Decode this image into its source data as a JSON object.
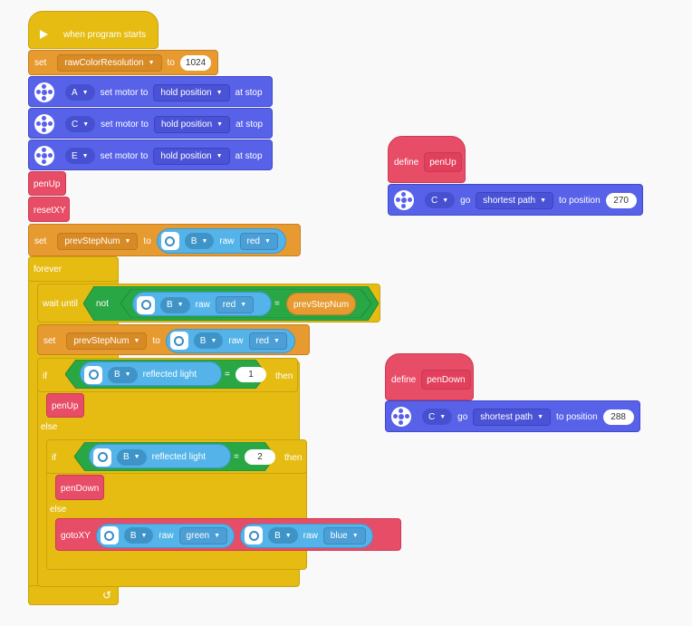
{
  "main_script": {
    "hat_label": "when program starts",
    "set1": {
      "label": "set",
      "variable": "rawColorResolution",
      "to": "to",
      "value": "1024"
    },
    "motors": [
      {
        "port": "A",
        "label": "set motor to",
        "mode": "hold position",
        "suffix": "at stop"
      },
      {
        "port": "C",
        "label": "set motor to",
        "mode": "hold position",
        "suffix": "at stop"
      },
      {
        "port": "E",
        "label": "set motor to",
        "mode": "hold position",
        "suffix": "at stop"
      }
    ],
    "pen_up_call": "penUp",
    "reset_call": "resetXY",
    "set2": {
      "label": "set",
      "variable": "prevStepNum",
      "to": "to",
      "port": "B",
      "raw": "raw",
      "color": "red"
    },
    "forever": "forever",
    "wait": {
      "label": "wait until",
      "not": "not",
      "port": "B",
      "raw": "raw",
      "color": "red",
      "eq": "=",
      "var": "prevStepNum"
    },
    "set3": {
      "label": "set",
      "variable": "prevStepNum",
      "to": "to",
      "port": "B",
      "raw": "raw",
      "color": "red"
    },
    "if1": {
      "label": "if",
      "port": "B",
      "sensor": "reflected light",
      "eq": "=",
      "value": "1",
      "then": "then"
    },
    "if1_body": "penUp",
    "else1": "else",
    "if2": {
      "label": "if",
      "port": "B",
      "sensor": "reflected light",
      "eq": "=",
      "value": "2",
      "then": "then"
    },
    "if2_body": "penDown",
    "else2": "else",
    "goto": {
      "label": "gotoXY",
      "port1": "B",
      "raw1": "raw",
      "color1": "green",
      "port2": "B",
      "raw2": "raw",
      "color2": "blue"
    }
  },
  "def_penup": {
    "define": "define",
    "name": "penUp",
    "port": "C",
    "go": "go",
    "path": "shortest path",
    "to": "to position",
    "value": "270"
  },
  "def_pendown": {
    "define": "define",
    "name": "penDown",
    "port": "C",
    "go": "go",
    "path": "shortest path",
    "to": "to position",
    "value": "288"
  },
  "colors": {
    "control": "#e6bc12",
    "variables": "#e79a30",
    "motors": "#5862e8",
    "myblocks": "#e84d67",
    "operators": "#2aa745",
    "sensors": "#54b3e9"
  }
}
